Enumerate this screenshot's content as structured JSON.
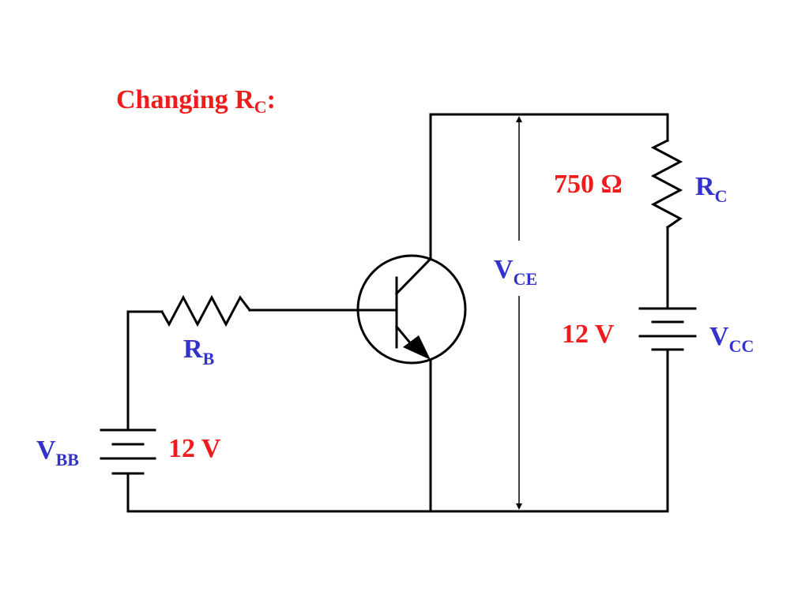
{
  "title": {
    "main": "Changing R",
    "sub": "C",
    "suffix": ":"
  },
  "colors": {
    "value_text": "#ee1c1c",
    "label_text": "#3333cc",
    "wire": "#000000"
  },
  "rc": {
    "value": "750 Ω",
    "label_main": "R",
    "label_sub": "C"
  },
  "rb": {
    "label_main": "R",
    "label_sub": "B"
  },
  "vce": {
    "label_main": "V",
    "label_sub": "CE"
  },
  "vcc": {
    "value": "12 V",
    "label_main": "V",
    "label_sub": "CC"
  },
  "vbb": {
    "value": "12 V",
    "label_main": "V",
    "label_sub": "BB"
  }
}
